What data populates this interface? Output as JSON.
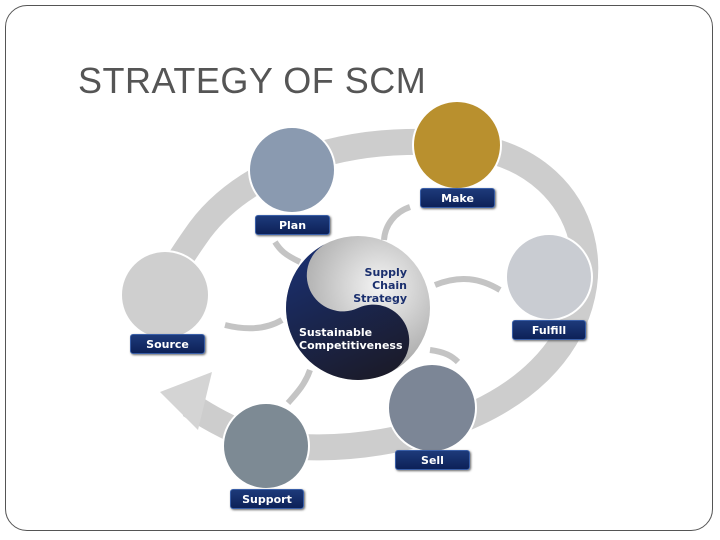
{
  "slide": {
    "title": "STRATEGY OF SCM"
  },
  "center": {
    "top_text_1": "Supply Chain",
    "top_text_2": "Strategy",
    "bottom_text_1": "Sustainable",
    "bottom_text_2": "Competitiveness"
  },
  "stages": [
    {
      "label": "Plan"
    },
    {
      "label": "Make"
    },
    {
      "label": "Fulfill"
    },
    {
      "label": "Sell"
    },
    {
      "label": "Support"
    },
    {
      "label": "Source"
    }
  ],
  "colors": {
    "label_bg": "#0d2158",
    "center_dark": "#152555",
    "arrow_gray": "#c8c8c8"
  }
}
